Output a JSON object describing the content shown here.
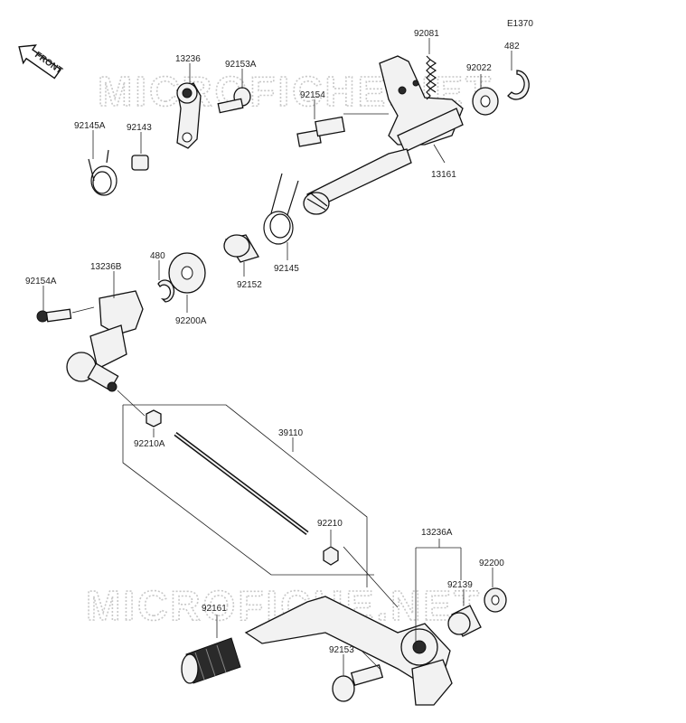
{
  "diagram_code": "E1370",
  "front_label": "FRONT",
  "watermark": "MICROFICHE.NET",
  "parts": {
    "p92081": "92081",
    "p482": "482",
    "p92022": "92022",
    "p13236": "13236",
    "p92153A": "92153A",
    "p92154": "92154",
    "p92145A": "92145A",
    "p92143": "92143",
    "p13161": "13161",
    "p480": "480",
    "p92200A": "92200A",
    "p92152": "92152",
    "p92145": "92145",
    "p92154A": "92154A",
    "p13236B": "13236B",
    "p92210A": "92210A",
    "p39110": "39110",
    "p92210": "92210",
    "p13236A": "13236A",
    "p92139": "92139",
    "p92200": "92200",
    "p92161": "92161",
    "p92153": "92153"
  }
}
